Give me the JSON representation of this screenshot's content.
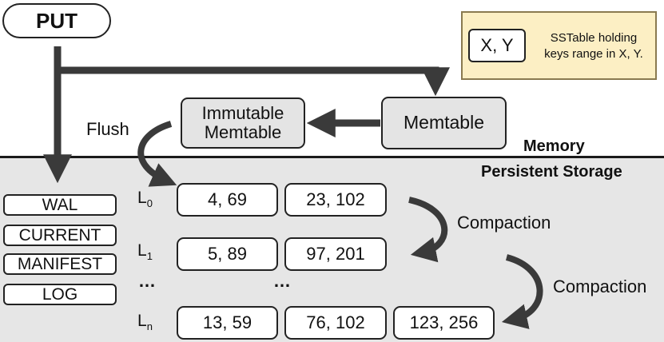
{
  "put_label": "PUT",
  "legend": {
    "key_label": "X, Y",
    "text_line1": "SSTable holding",
    "text_line2": "keys range in X, Y."
  },
  "memory": {
    "immutable_line1": "Immutable",
    "immutable_line2": "Memtable",
    "memtable": "Memtable",
    "flush_label": "Flush",
    "region_label": "Memory"
  },
  "storage": {
    "region_label": "Persistent Storage",
    "files": [
      "WAL",
      "CURRENT",
      "MANIFEST",
      "LOG"
    ],
    "file_ellipsis": "…",
    "level_ellipsis": "…",
    "levels": [
      {
        "name": "L",
        "sub": "0",
        "sstables": [
          "4, 69",
          "23, 102"
        ]
      },
      {
        "name": "L",
        "sub": "1",
        "sstables": [
          "5, 89",
          "97, 201"
        ]
      },
      {
        "name": "L",
        "sub": "n",
        "sstables": [
          "13, 59",
          "76, 102",
          "123, 256"
        ]
      }
    ],
    "compaction_labels": [
      "Compaction",
      "Compaction"
    ]
  },
  "colors": {
    "storage_bg": "#e6e6e6",
    "legend_bg": "#fcefc4",
    "box_grey": "#e4e4e4",
    "arrow": "#3a3a3a"
  }
}
